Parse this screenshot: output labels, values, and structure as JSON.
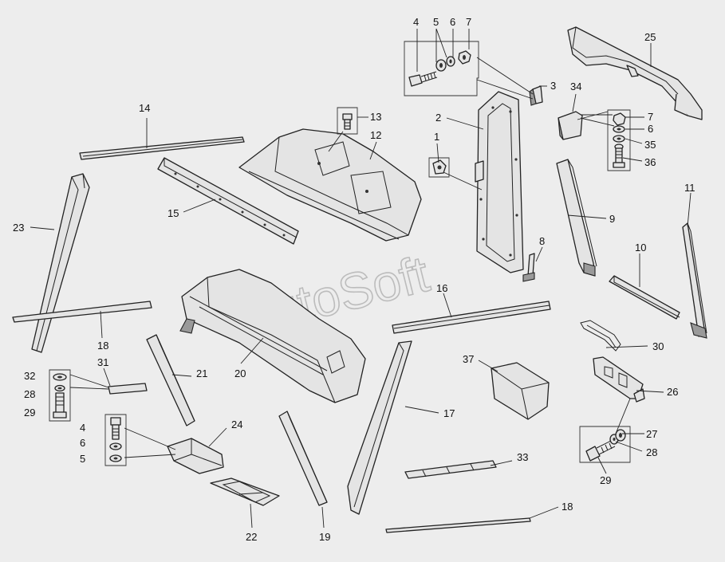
{
  "watermark": "AutoSoft",
  "callouts": {
    "c1": "1",
    "c2": "2",
    "c3": "3",
    "c4a": "4",
    "c4b": "4",
    "c5a": "5",
    "c5b": "5",
    "c6a": "6",
    "c6b": "6",
    "c6c": "6",
    "c7a": "7",
    "c7b": "7",
    "c8": "8",
    "c9": "9",
    "c10": "10",
    "c11": "11",
    "c12": "12",
    "c13": "13",
    "c14": "14",
    "c15": "15",
    "c16": "16",
    "c17": "17",
    "c18a": "18",
    "c18b": "18",
    "c19": "19",
    "c20": "20",
    "c21": "21",
    "c22": "22",
    "c23": "23",
    "c24": "24",
    "c25": "25",
    "c26": "26",
    "c27": "27",
    "c28a": "28",
    "c28b": "28",
    "c29a": "29",
    "c29b": "29",
    "c30": "30",
    "c31": "31",
    "c32": "32",
    "c33": "33",
    "c34": "34",
    "c35": "35",
    "c36": "36",
    "c37": "37"
  }
}
